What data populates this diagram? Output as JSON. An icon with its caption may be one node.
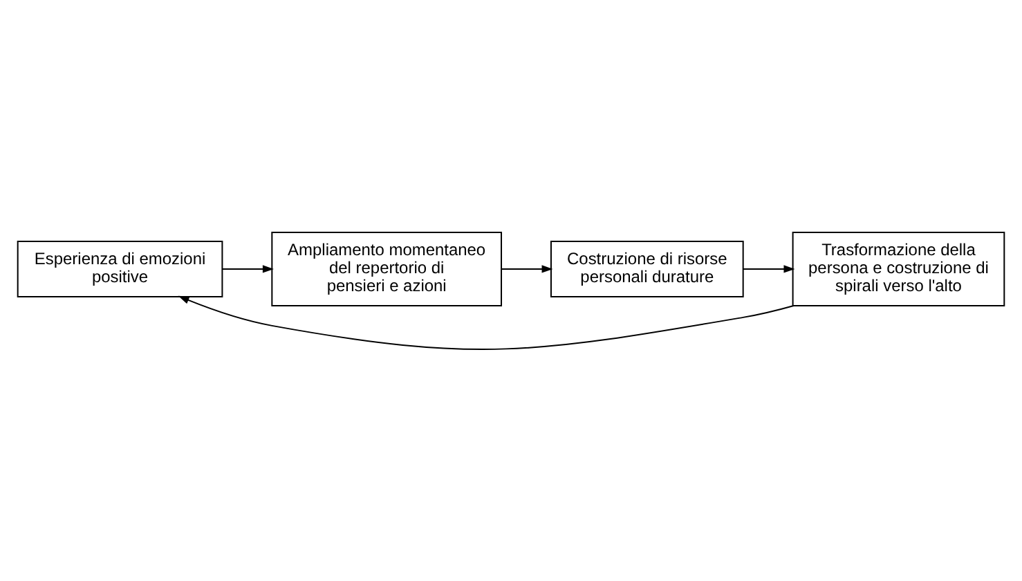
{
  "diagram": {
    "nodes": [
      {
        "text": [
          "Esperienza di emozioni positive"
        ]
      },
      {
        "text": [
          "Ampliamento momentaneo del repertorio di pensieri e azioni"
        ]
      },
      {
        "text": [
          "Costruzione di risorse personali durature"
        ]
      },
      {
        "text": [
          "Trasformazione della persona e costruzione di spirali verso l'alto"
        ]
      }
    ],
    "edges": [
      {
        "from": 0,
        "to": 1,
        "arrow": "to"
      },
      {
        "from": 1,
        "to": 2,
        "arrow": "to"
      },
      {
        "from": 2,
        "to": 3,
        "arrow": "to"
      },
      {
        "from": 3,
        "to": 0,
        "arrow": "to"
      }
    ]
  }
}
